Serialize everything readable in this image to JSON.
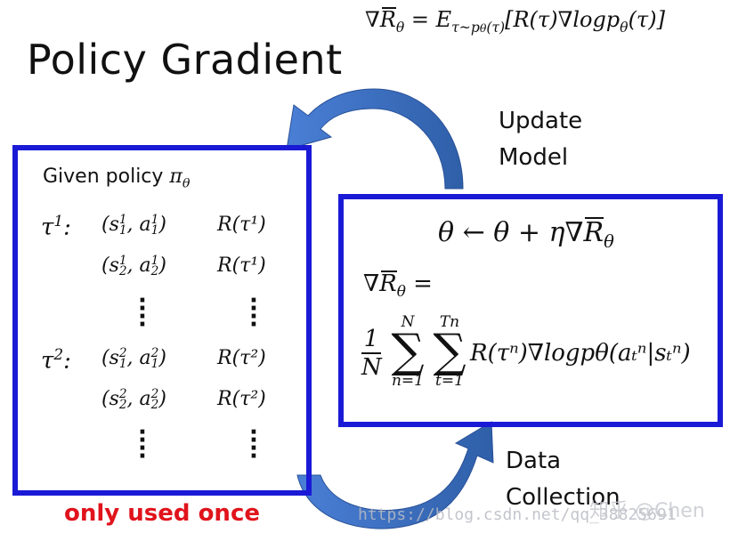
{
  "title": "Policy Gradient",
  "top_formula": "∇R̄θ = Eτ~pθ(τ)[R(τ)∇logpθ(τ)]",
  "labels": {
    "update_line1": "Update",
    "update_line2": "Model",
    "data_line1": "Data",
    "data_line2": "Collection",
    "only_used_once": "only used once"
  },
  "left_box": {
    "given": "Given policy",
    "given_symbol": "πθ",
    "trajectories": [
      {
        "tau": "τ",
        "tau_index": "1",
        "pairs": [
          {
            "s_sub": "1",
            "s_sup": "1",
            "a_sub": "1",
            "a_sup": "1",
            "reward": "R(τ¹)"
          },
          {
            "s_sub": "2",
            "s_sup": "1",
            "a_sub": "2",
            "a_sup": "1",
            "reward": "R(τ¹)"
          }
        ]
      },
      {
        "tau": "τ",
        "tau_index": "2",
        "pairs": [
          {
            "s_sub": "1",
            "s_sup": "2",
            "a_sub": "1",
            "a_sup": "2",
            "reward": "R(τ²)"
          },
          {
            "s_sub": "2",
            "s_sup": "2",
            "a_sub": "2",
            "a_sup": "2",
            "reward": "R(τ²)"
          }
        ]
      }
    ]
  },
  "right_box": {
    "update_rule": "θ ← θ + η∇R̄θ",
    "grad_lhs": "∇R̄θ =",
    "frac_num": "1",
    "frac_den": "N",
    "sum1_top": "N",
    "sum1_bottom": "n=1",
    "sum2_top": "Tn",
    "sum2_bottom": "t=1",
    "term": "R(τⁿ)∇logpθ(aₜⁿ|sₜⁿ)"
  },
  "watermark": "https://blog.csdn.net/qq_38825691",
  "zhihu_mark": "知乎 @Chen",
  "colors": {
    "box_border": "#1a1ad6",
    "arrow_fill": "#3a6fc4",
    "warning_text": "#e0141c"
  }
}
